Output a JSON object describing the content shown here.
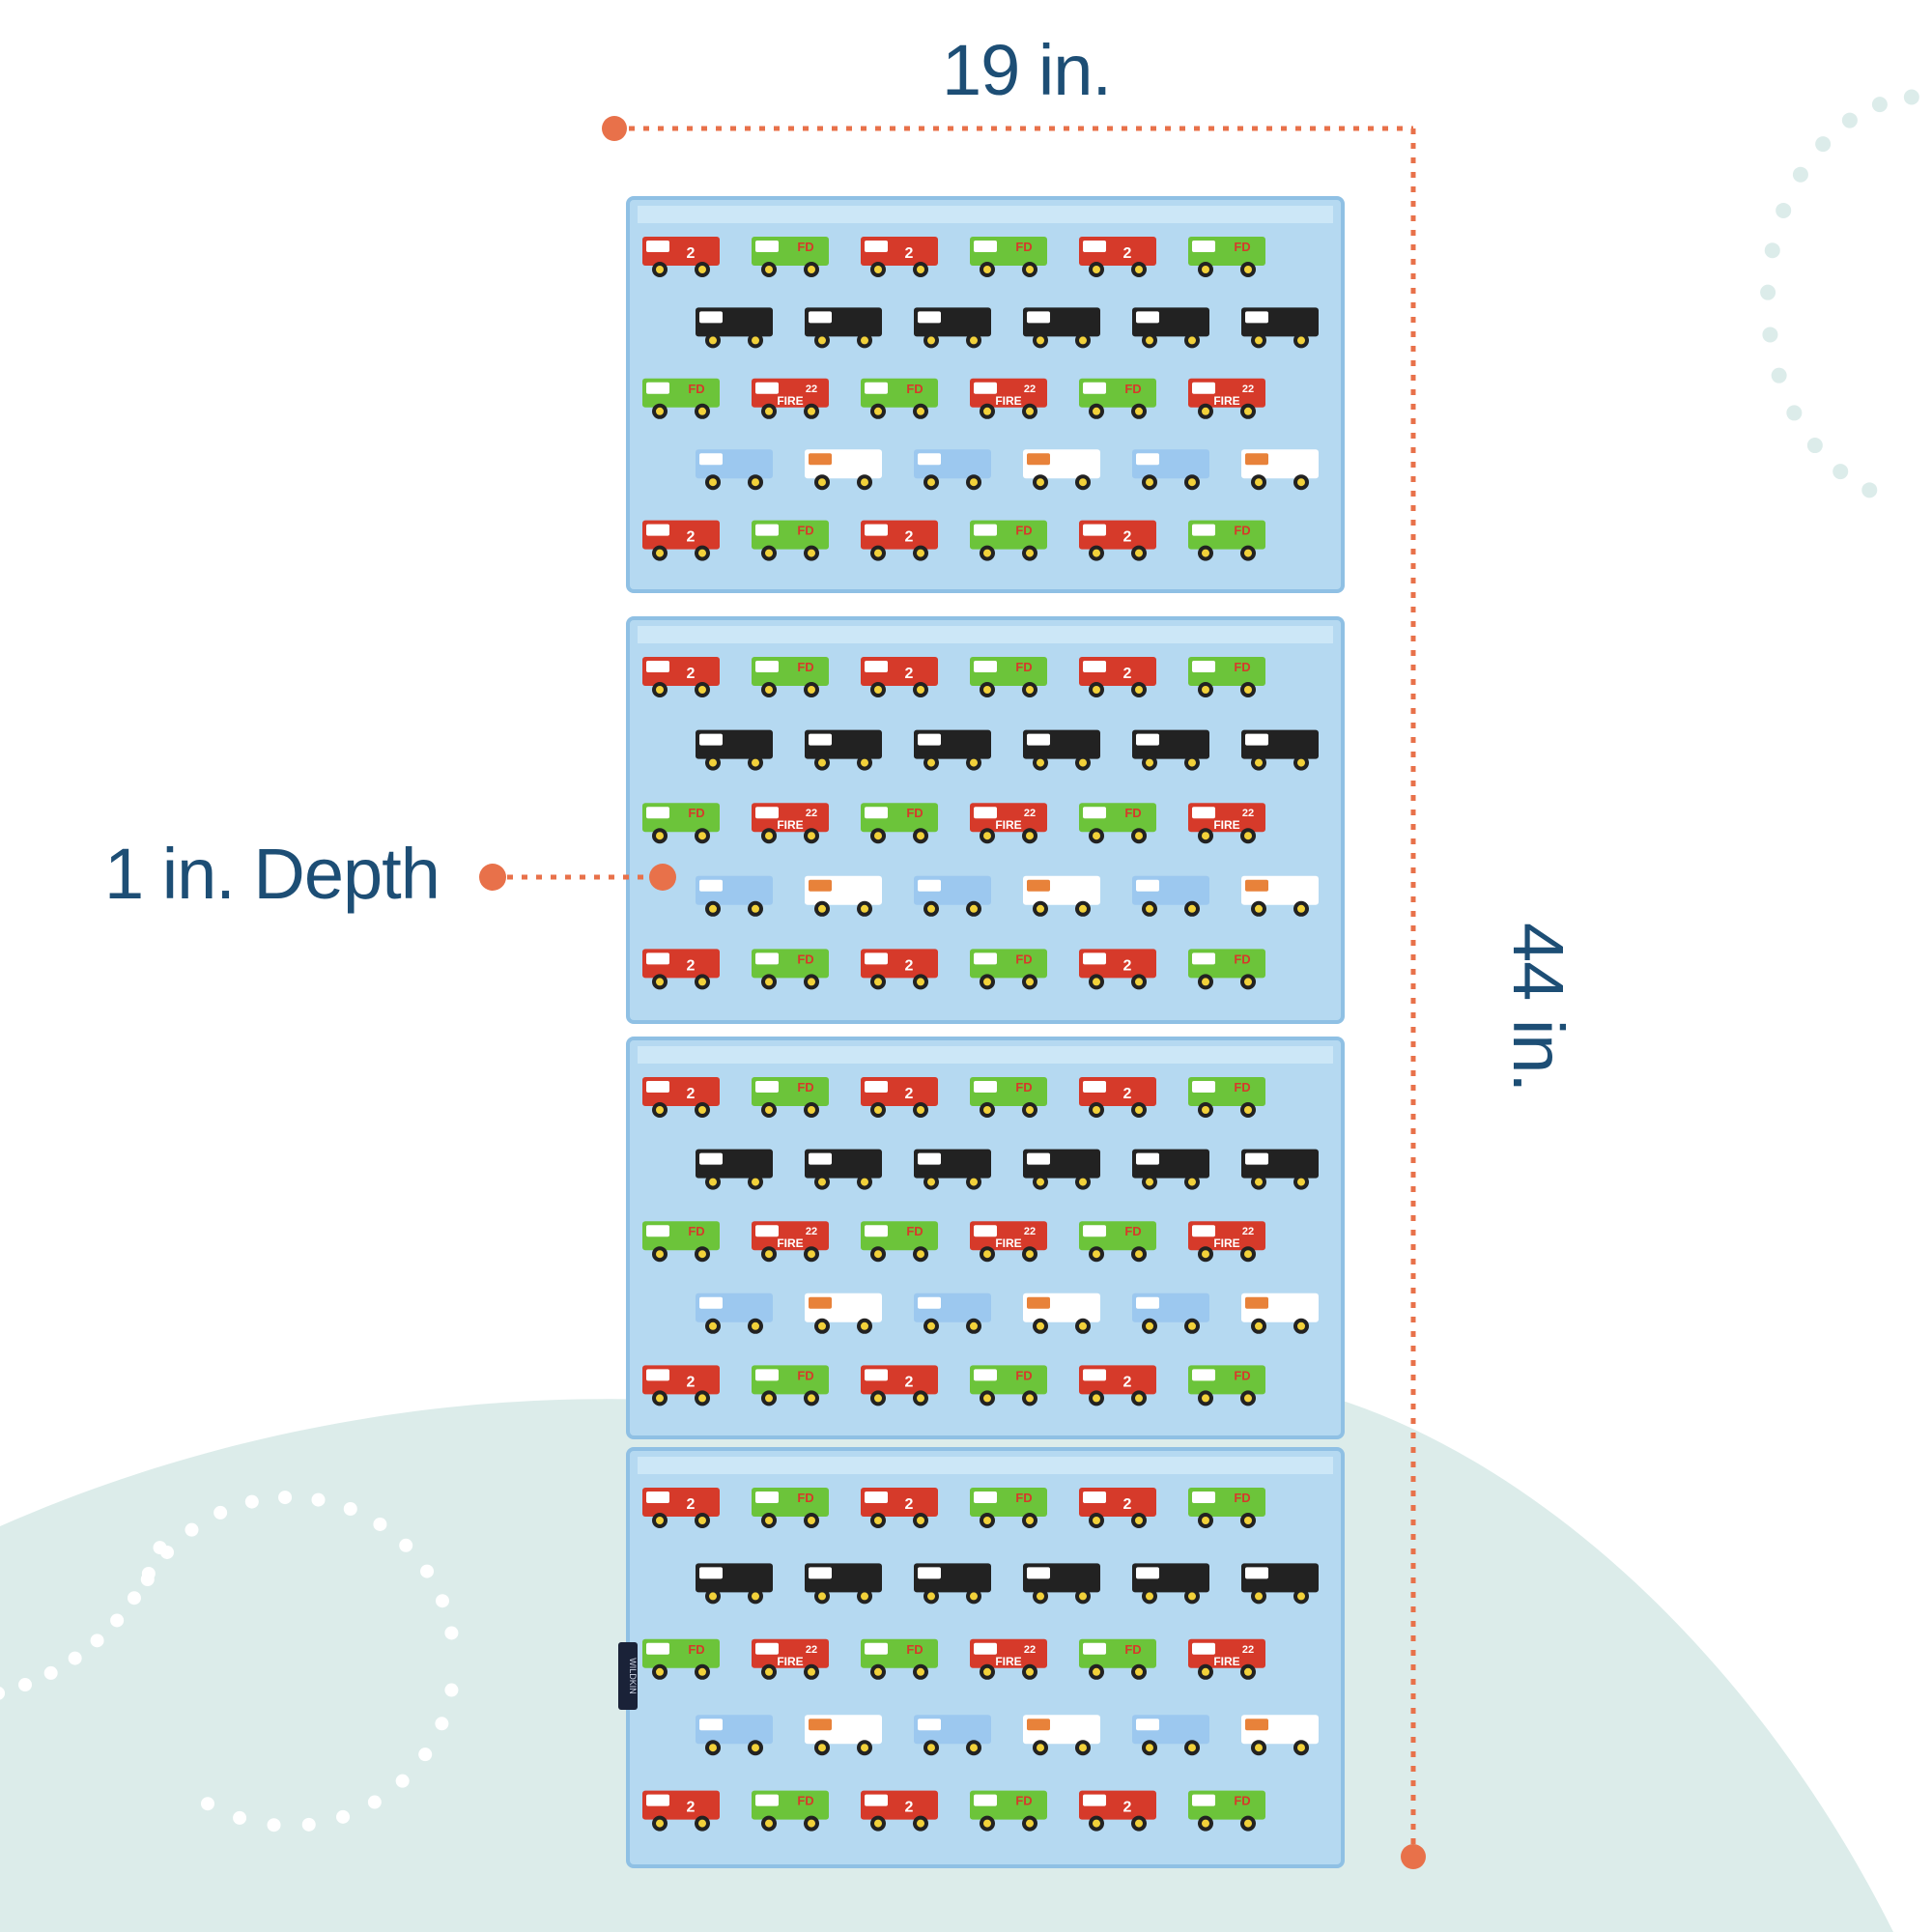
{
  "dimensions": {
    "width_label": "19 in.",
    "length_label": "44 in.",
    "depth_label": "1 in. Depth"
  },
  "product": {
    "panels": 4,
    "tag_text": "WILDKIN",
    "print_text": [
      "FD",
      "FIRE",
      "22",
      "2"
    ]
  },
  "colors": {
    "label_text": "#1d4e75",
    "dimension_line": "#e8714a",
    "mat": "#b5d9f1",
    "background_hill": "#dcecea",
    "dots_decor": "#ffffff"
  }
}
